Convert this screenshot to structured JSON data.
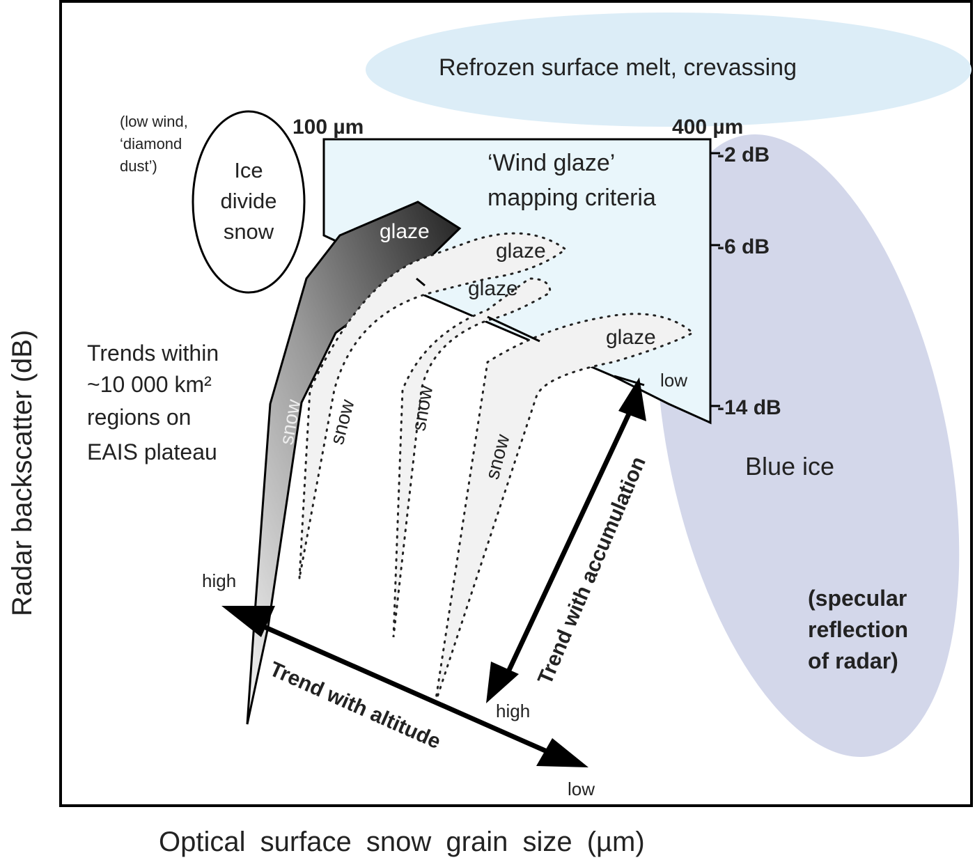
{
  "axes": {
    "ylabel": "Radar backscatter (dB)",
    "xlabel": "Optical surface snow grain size (µm)"
  },
  "regions": {
    "refrozen": "Refrozen surface melt, crevassing",
    "blue_ice": "Blue ice",
    "specular": [
      "(specular",
      "reflection",
      "of radar)"
    ],
    "ice_divide": [
      "Ice",
      "divide",
      "snow"
    ],
    "low_wind": [
      "(low wind,",
      "‘diamond",
      "dust’)"
    ],
    "wind_glaze": [
      "‘Wind glaze’",
      "mapping criteria"
    ],
    "trends": [
      "Trends within",
      "~10 000 km²",
      "regions on",
      "EAIS plateau"
    ]
  },
  "scale": {
    "grain_100": "100 µm",
    "grain_400": "400 µm",
    "db_2": "-2 dB",
    "db_6": "-6 dB",
    "db_14": "-14 dB"
  },
  "labels": {
    "glaze": "glaze",
    "snow": "snow",
    "high": "high",
    "low": "low",
    "trend_altitude": "Trend with altitude",
    "trend_accumulation": "Trend with accumulation"
  },
  "colors": {
    "refrozen_fill": "#dcedf7",
    "blue_ice_fill": "#d3d7ea",
    "glaze_box_fill": "#e9f6fb"
  }
}
